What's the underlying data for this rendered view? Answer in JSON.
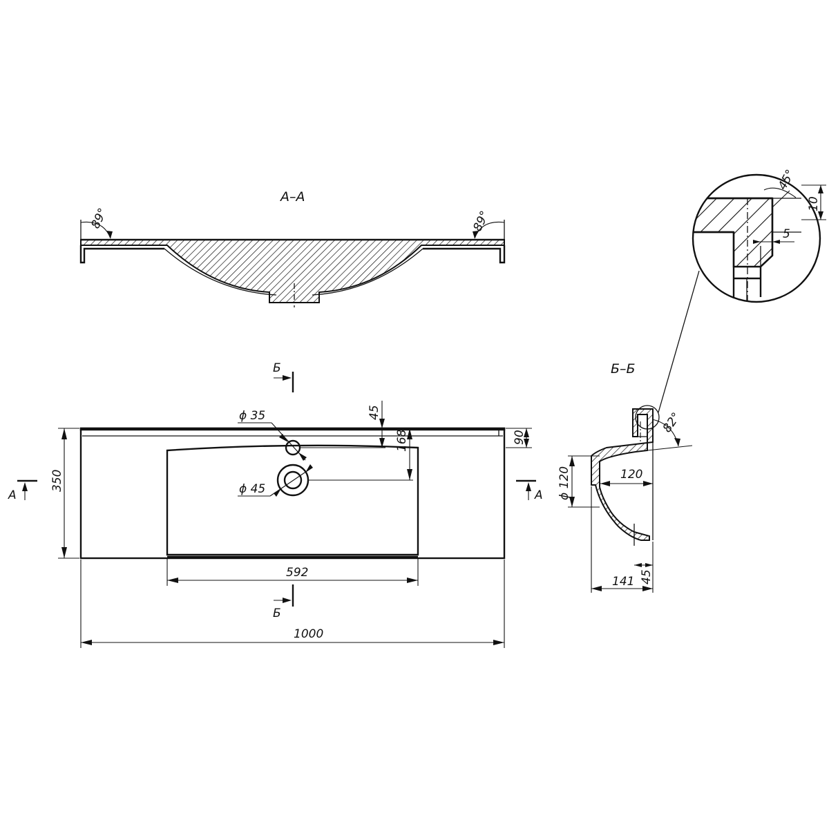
{
  "section_aa": {
    "title": "А–А",
    "angle_left": "89°",
    "angle_right": "89°"
  },
  "top_view": {
    "width": "1000",
    "depth": "350",
    "bowl_width": "592",
    "back_edge_offset": "90",
    "tap_hole_offset": "45",
    "drain_offset": "168",
    "tap_hole_diameter": "ϕ 35",
    "drain_diameter": "ϕ 45",
    "cut_a_label_left": "А",
    "cut_a_label_right": "А",
    "cut_b_label_top": "Б",
    "cut_b_label_bottom": "Б"
  },
  "section_bb": {
    "title": "Б–Б",
    "angle": "82°",
    "drain_diameter": "ϕ 120",
    "bowl_depth": "120",
    "bottom_width": "45",
    "total_height": "141"
  },
  "detail": {
    "chamfer_angle": "45°",
    "thickness": "10",
    "step": "5"
  }
}
